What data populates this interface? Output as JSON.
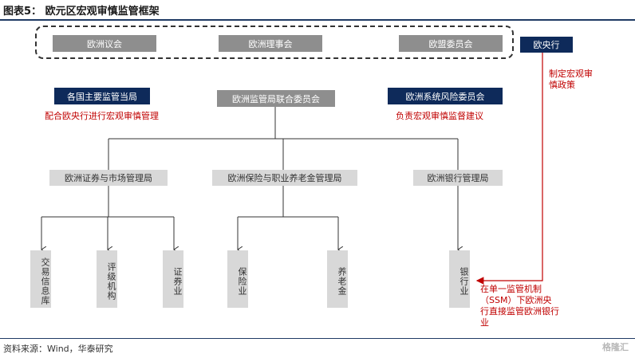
{
  "title": "图表5：  欧元区宏观审慎监管框架",
  "source": "资料来源：Wind，华泰研究",
  "watermark": "格隆汇",
  "top_row": [
    "欧洲议会",
    "欧洲理事会",
    "欧盟委员会"
  ],
  "ecb": "欧央行",
  "ecb_note": "制定宏观审慎政策",
  "national": {
    "label": "各国主要监管当局",
    "note": "配合欧央行进行宏观审慎管理"
  },
  "esfs": "欧洲监管局联合委员会",
  "esrb": {
    "label": "欧洲系统风险委员会",
    "note": "负责宏观审慎监督建议"
  },
  "authorities": [
    "欧洲证券与市场管理局",
    "欧洲保险与职业养老金管理局",
    "欧洲银行管理局"
  ],
  "sectors": [
    "交易信息库",
    "评级机构",
    "证券业",
    "保险业",
    "养老金",
    "银行业"
  ],
  "ssm_note": "在单一监管机制（SSM）下欧洲央行直接监管欧洲银行业",
  "colors": {
    "navy": "#0e2a5a",
    "gray": "#8e8e8e",
    "light": "#d8d8d8",
    "red": "#c00000"
  }
}
